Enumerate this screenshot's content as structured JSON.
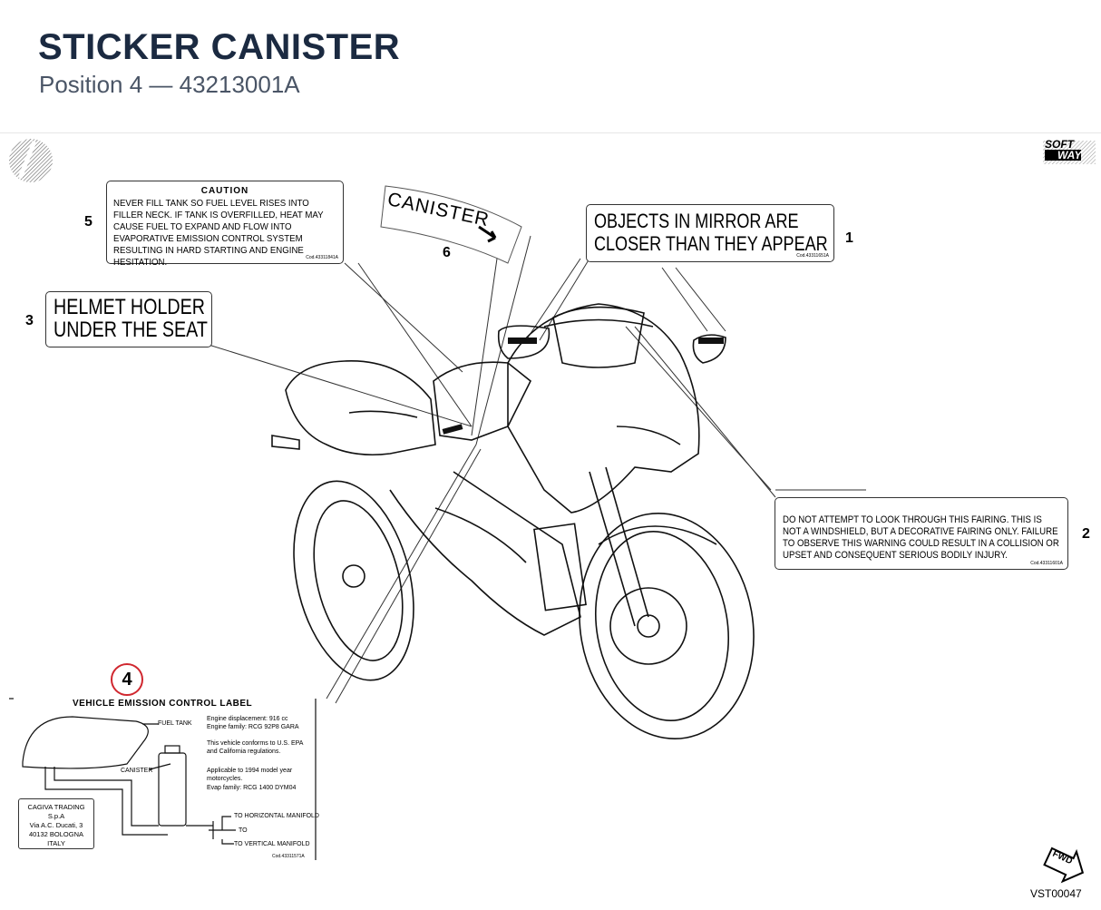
{
  "header": {
    "title": "STICKER CANISTER",
    "subtitle": "Position 4 — 43213001A"
  },
  "labels": {
    "caution": {
      "title": "CAUTION",
      "body": "NEVER FILL TANK SO FUEL LEVEL RISES INTO FILLER NECK. IF TANK IS OVERFILLED, HEAT MAY CAUSE FUEL TO EXPAND AND FLOW INTO EVAPORATIVE EMISSION CONTROL SYSTEM RESULTING IN HARD STARTING AND ENGINE HESITATION.",
      "code": "Cod.43311841A"
    },
    "canister": {
      "text": "CANISTER"
    },
    "mirror": {
      "line1": "OBJECTS IN MIRROR ARE",
      "line2": "CLOSER THAN THEY APPEAR",
      "code": "Cod.43311651A"
    },
    "helmet": {
      "line1": "HELMET HOLDER",
      "line2": "UNDER THE SEAT"
    },
    "fairing": {
      "body": "DO NOT ATTEMPT TO LOOK THROUGH THIS FAIRING. THIS IS NOT A WINDSHIELD, BUT A DECORATIVE FAIRING ONLY. FAILURE TO OBSERVE THIS WARNING COULD RESULT IN A COLLISION OR UPSET AND CONSEQUENT SERIOUS BODILY INJURY.",
      "code": "Cod.43311601A"
    },
    "emission": {
      "title": "VEHICLE EMISSION CONTROL LABEL",
      "fuel_tank": "FUEL TANK",
      "canister": "CANISTER",
      "engine_disp": "Engine displacement: 916 cc",
      "engine_family": "Engine family: RCG 92P8 GARA",
      "conforms": "This vehicle conforms to U.S. EPA and California regulations.",
      "applicable": "Applicable to 1994 model year motorcycles.",
      "evap_family": "Evap family: RCG 1400 DYM04",
      "horizontal": "TO HORIZONTAL MANIFOLD",
      "intake": "TO",
      "vertical": "TO VERTICAL MANIFOLD",
      "company": "CAGIVA TRADING S.p.A",
      "street": "Via A.C. Ducati, 3",
      "city": "40132 BOLOGNA",
      "country": "ITALY",
      "code": "Cod.43311571A"
    }
  },
  "callouts": {
    "c1": "1",
    "c2": "2",
    "c3": "3",
    "c4": "4",
    "c5": "5",
    "c6": "6"
  },
  "logo": {
    "line1": "SOFT",
    "line2": "WAY"
  },
  "fwd": "FWD",
  "doc_id": "VST00047",
  "colors": {
    "title": "#1b2a41",
    "subtitle": "#4a5566",
    "highlight_circle": "#d0272f"
  }
}
